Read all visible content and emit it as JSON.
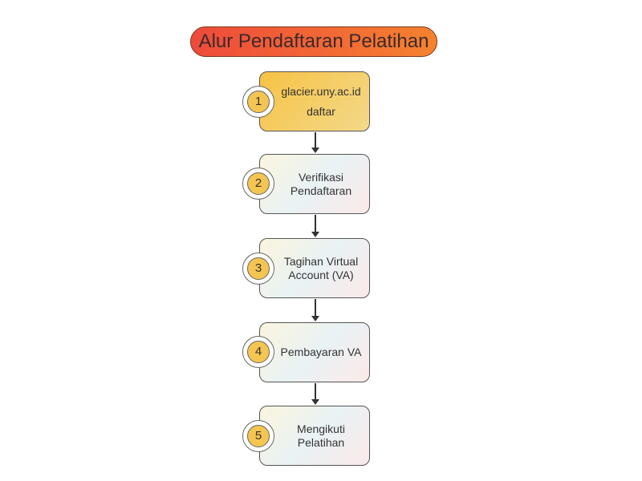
{
  "title": "Alur Pendaftaran Pelatihan",
  "steps": [
    {
      "number": "1",
      "lines": [
        "glacier.uny.ac.id",
        "daftar"
      ]
    },
    {
      "number": "2",
      "lines": [
        "Verifikasi",
        "Pendaftaran"
      ]
    },
    {
      "number": "3",
      "lines": [
        "Tagihan Virtual",
        "Account (VA)"
      ]
    },
    {
      "number": "4",
      "lines": [
        "Pembayaran VA"
      ]
    },
    {
      "number": "5",
      "lines": [
        "Mengikuti",
        "Pelatihan"
      ]
    }
  ],
  "colors": {
    "title_start": "#ee4a3a",
    "title_end": "#f5822e",
    "step1": "#f7c244",
    "badge": "#f5c551"
  }
}
